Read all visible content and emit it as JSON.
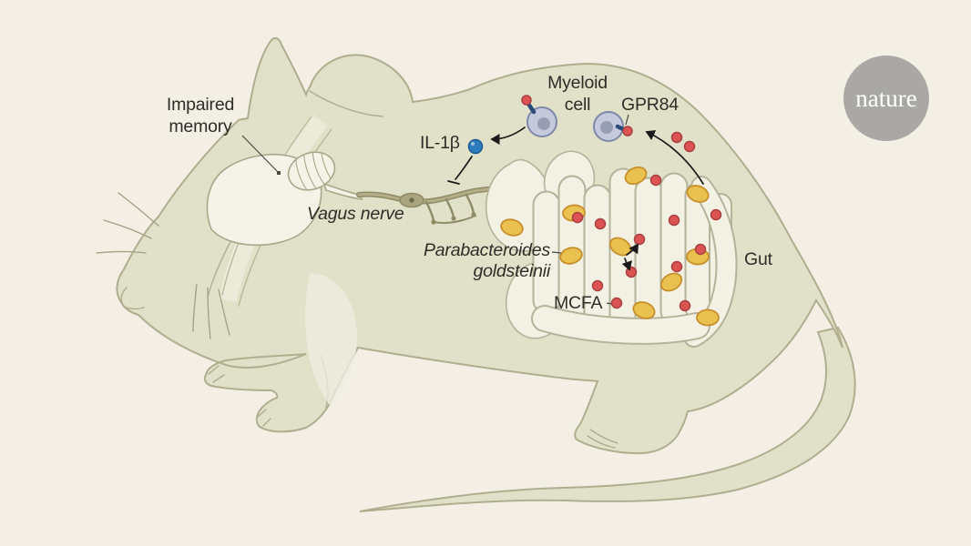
{
  "labels": {
    "impaired_memory_line1": "Impaired",
    "impaired_memory_line2": "memory",
    "vagus_nerve": "Vagus nerve",
    "il1b": "IL-1β",
    "myeloid_line1": "Myeloid",
    "myeloid_line2": "cell",
    "gpr84": "GPR84",
    "bacteria_line1": "Parabacteroides",
    "bacteria_line2": "goldsteinii",
    "mcfa": "MCFA",
    "gut": "Gut"
  },
  "logo": {
    "text": "nature"
  },
  "diagram": {
    "type": "scientific-illustration",
    "subject": "Gut microbiome to brain signalling in a mouse: Parabacteroides goldsteinii in the gut produces MCFA, which binds GPR84 on myeloid cells, triggering IL-1β that inhibits the vagus nerve, causing impaired memory",
    "bacteria_count": 10,
    "mcfa_dot_count": 14,
    "myeloid_cell_count": 2
  },
  "colors": {
    "background": "#f3efe5",
    "mouse_body": "#e1e0c8",
    "mouse_outline": "#b0ae8f",
    "organ_fill": "#f5f2e7",
    "organ_outline": "#a9a78a",
    "gut_fill": "#f3f0e4",
    "gut_outline": "#b5b39a",
    "nerve": "#8f8b67",
    "nerve_light": "#b3ae88",
    "bacteria_fill": "#e9c14e",
    "bacteria_outline": "#c8902d",
    "mcfa_dot": "#dc5353",
    "mcfa_dot_outline": "#a93f3f",
    "il1b_dot": "#2d7dbe",
    "il1b_dot_outline": "#1d5c94",
    "myeloid_fill": "#c4cadc",
    "myeloid_outline": "#7f88a9",
    "myeloid_nucleus": "#979eb3",
    "receptor": "#2c4a7a",
    "arrow": "#1a1a1a",
    "label_text": "#2e2d28",
    "logo_bg": "#a9a8a5",
    "logo_text": "#ffffff"
  }
}
